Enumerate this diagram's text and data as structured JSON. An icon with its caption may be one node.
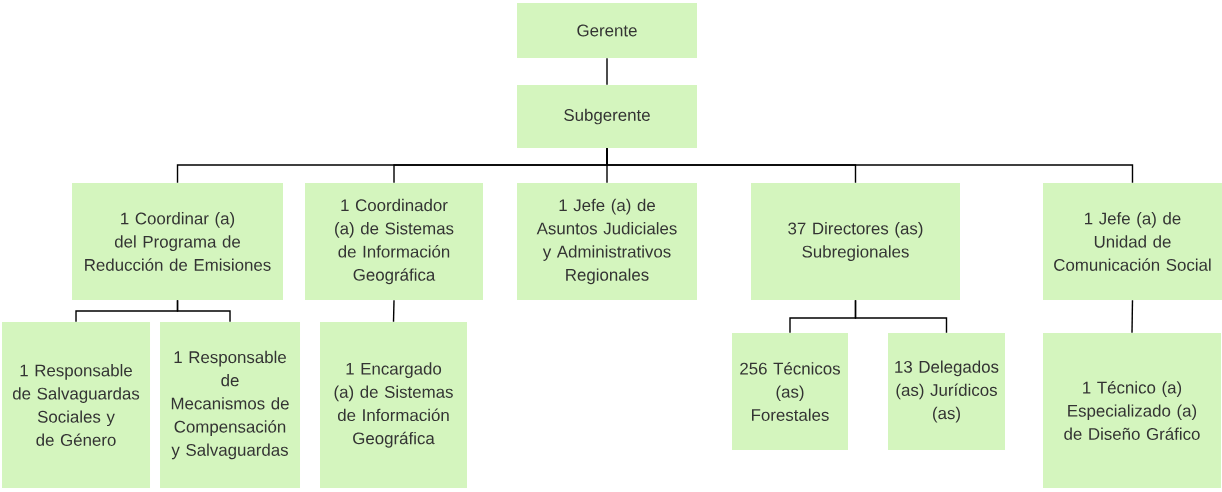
{
  "diagram": {
    "nodes": [
      {
        "text": [
          "Gerente"
        ]
      },
      {
        "text": [
          "Subgerente"
        ]
      },
      {
        "text": [
          "1 Coordinar (a) del Programa de Reducción de Emisiones"
        ]
      },
      {
        "text": [
          "1 Coordinador (a) de Sistemas de Información Geográfica"
        ]
      },
      {
        "text": [
          "1 Jefe (a) de Asuntos Judiciales y Administrativos Regionales"
        ]
      },
      {
        "text": [
          "37 Directores (as) Subregionales"
        ]
      },
      {
        "text": [
          "1 Jefe (a) de Unidad de Comunicación Social"
        ]
      },
      {
        "text": [
          "1 Responsable de Salvaguardas Sociales y de Género"
        ]
      },
      {
        "text": [
          "1 Responsable de Mecanismos de Compensación y Salvaguardas"
        ]
      },
      {
        "text": [
          "1 Encargado (a) de Sistemas de Información Geográfica"
        ]
      },
      {
        "text": [
          "256 Técnicos (as) Forestales"
        ]
      },
      {
        "text": [
          "13 Delegados (as) Jurídicos (as)"
        ]
      },
      {
        "text": [
          "1 Técnico (a) Especializado (a) de Diseño Gráfico"
        ]
      }
    ],
    "edges": [
      {
        "from": 0,
        "to": 1,
        "arrow": "none"
      },
      {
        "from": 1,
        "to": 2,
        "arrow": "none"
      },
      {
        "from": 1,
        "to": 3,
        "arrow": "none"
      },
      {
        "from": 1,
        "to": 4,
        "arrow": "none"
      },
      {
        "from": 1,
        "to": 5,
        "arrow": "none"
      },
      {
        "from": 1,
        "to": 6,
        "arrow": "none"
      },
      {
        "from": 2,
        "to": 7,
        "arrow": "none"
      },
      {
        "from": 2,
        "to": 8,
        "arrow": "none"
      },
      {
        "from": 3,
        "to": 9,
        "arrow": "none"
      },
      {
        "from": 5,
        "to": 10,
        "arrow": "none"
      },
      {
        "from": 5,
        "to": 11,
        "arrow": "none"
      },
      {
        "from": 6,
        "to": 12,
        "arrow": "none"
      }
    ]
  }
}
